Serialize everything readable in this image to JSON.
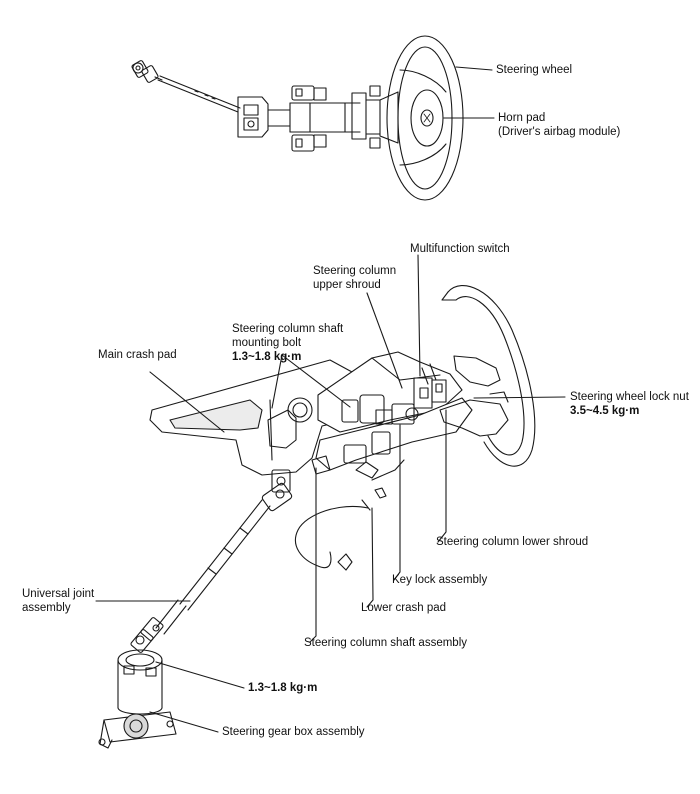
{
  "top_view": {
    "steering_wheel": "Steering wheel",
    "horn_pad": "Horn pad",
    "horn_pad_sub": "(Driver's airbag module)"
  },
  "bottom_view": {
    "multifunction_switch": "Multifunction switch",
    "upper_shroud_1": "Steering column",
    "upper_shroud_2": "upper shroud",
    "mount_bolt_1": "Steering column shaft",
    "mount_bolt_2": "mounting bolt",
    "mount_bolt_torque": "1.3~1.8 kg·m",
    "main_crash_pad": "Main crash pad",
    "lock_nut": "Steering wheel lock nut",
    "lock_nut_torque": "3.5~4.5 kg·m",
    "lower_shroud": "Steering column lower shroud",
    "key_lock": "Key lock assembly",
    "lower_crash_pad": "Lower crash pad",
    "ujoint_1": "Universal joint",
    "ujoint_2": "assembly",
    "column_shaft": "Steering column shaft assembly",
    "gearbox_torque": "1.3~1.8 kg·m",
    "gearbox": "Steering gear box assembly"
  },
  "colors": {
    "line": "#1a1a1a",
    "fill": "#ffffff",
    "shade": "#d9d9d9"
  }
}
